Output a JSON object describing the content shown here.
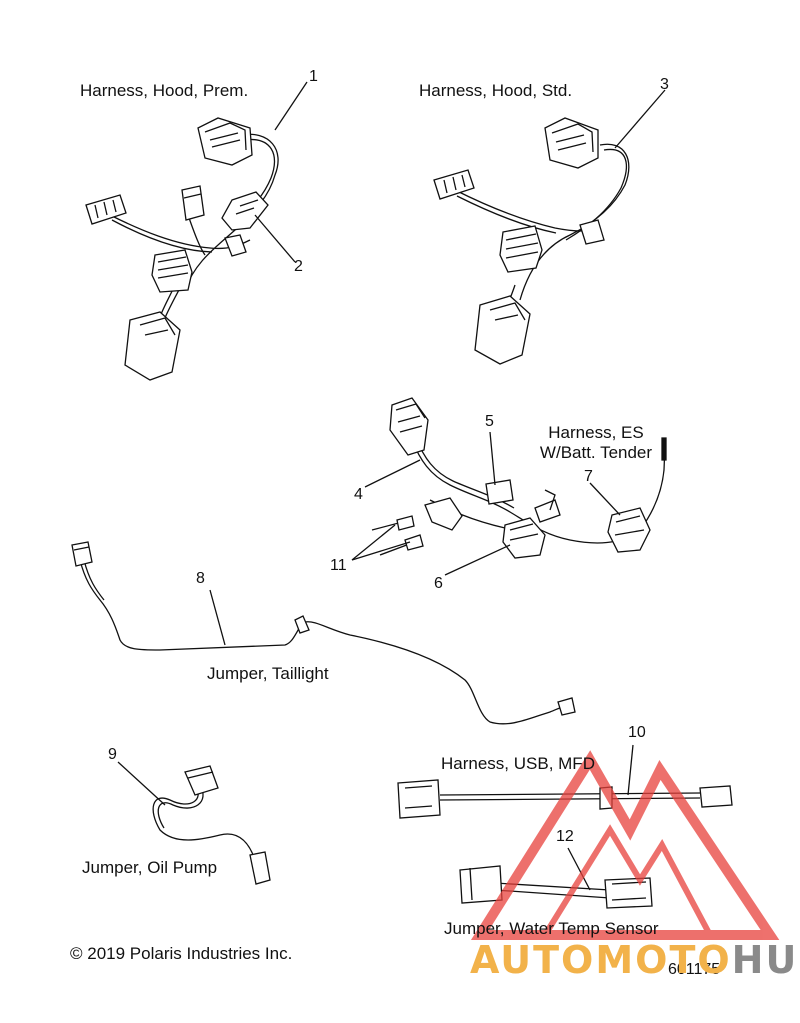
{
  "parts": [
    {
      "number": "1",
      "label": "Harness, Hood, Prem."
    },
    {
      "number": "2",
      "label": ""
    },
    {
      "number": "3",
      "label": "Harness, Hood, Std."
    },
    {
      "number": "4",
      "label": ""
    },
    {
      "number": "5",
      "label": ""
    },
    {
      "number": "6",
      "label": ""
    },
    {
      "number": "7",
      "label": "Harness, ES W/Batt. Tender"
    },
    {
      "number": "8",
      "label": "Jumper, Taillight"
    },
    {
      "number": "9",
      "label": "Jumper, Oil Pump"
    },
    {
      "number": "10",
      "label": "Harness, USB, MFD"
    },
    {
      "number": "11",
      "label": ""
    },
    {
      "number": "12",
      "label": "Jumper, Water Temp Sensor"
    }
  ],
  "label_lines": {
    "es_line1": "Harness, ES",
    "es_line2": "W/Batt. Tender"
  },
  "copyright": "© 2019 Polaris Industries Inc.",
  "diagram_id": "601175",
  "watermark": {
    "text_a": "AUTOMOTO",
    "text_b": "HUB",
    "color_a": "#f2b24a",
    "color_b": "#8a8a8a",
    "logo_color": "#e8413c"
  }
}
